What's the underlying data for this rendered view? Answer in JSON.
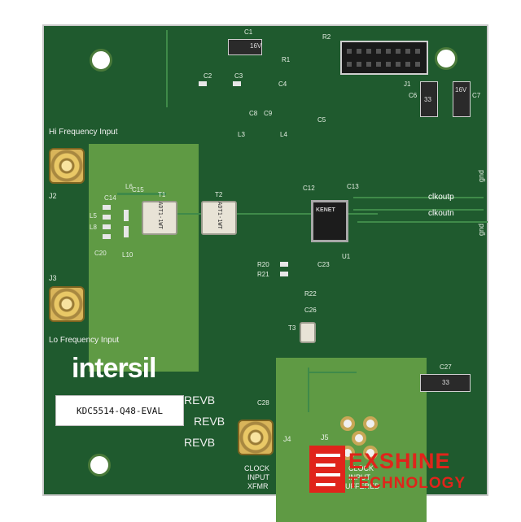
{
  "board": {
    "hi_freq_label": "Hi Frequency Input",
    "lo_freq_label": "Lo Frequency Input",
    "clock_input": [
      "CLOCK",
      "INPUT",
      "XFMR"
    ],
    "clock_input_buffered": [
      "CLOCK",
      "INPUT",
      "BUFFERED"
    ],
    "product_tag": "KDC5514-Q48-EVAL",
    "revision_marks": [
      "REVB",
      "REVB",
      "REVB"
    ],
    "logo_text": "intersil",
    "chip_brand": "KENET",
    "designators": {
      "j1": "J1",
      "j2": "J2",
      "j3": "J3",
      "j4": "J4",
      "j5": "J5",
      "t1": "T1",
      "t2": "T2",
      "t3": "T3",
      "u1": "U1",
      "c1": "C1",
      "c2": "C2",
      "c3": "C3",
      "c4": "C4",
      "c5": "C5",
      "c6": "C6",
      "c7": "C7",
      "c8": "C8",
      "c9": "C9",
      "c12": "C12",
      "c13": "C13",
      "c14": "C14",
      "c15": "C15",
      "c20": "C20",
      "c26": "C26",
      "c27": "C27",
      "c28": "C28",
      "c23": "C23",
      "r1": "R1",
      "r2": "R2",
      "r20": "R20",
      "r21": "R21",
      "r22": "R22",
      "l3": "L3",
      "l4": "L4",
      "l5": "L5",
      "l6": "L6",
      "l8": "L8",
      "l10": "L10",
      "clkoutp": "clkoutp",
      "clkoutn": "clkoutn",
      "gnd": "gnd"
    },
    "xfmr_marking": "ADT1-1WT",
    "cap_values": [
      "16V",
      "33",
      "16V",
      "33"
    ]
  },
  "watermark": {
    "line1": "EXSHINE",
    "line2": "TECHNOLOGY",
    "color": "#e0241b"
  },
  "colors": {
    "pcb": "#1f5a2e",
    "ground_pour": "#5f9a44",
    "silkscreen": "#e6efe4"
  }
}
